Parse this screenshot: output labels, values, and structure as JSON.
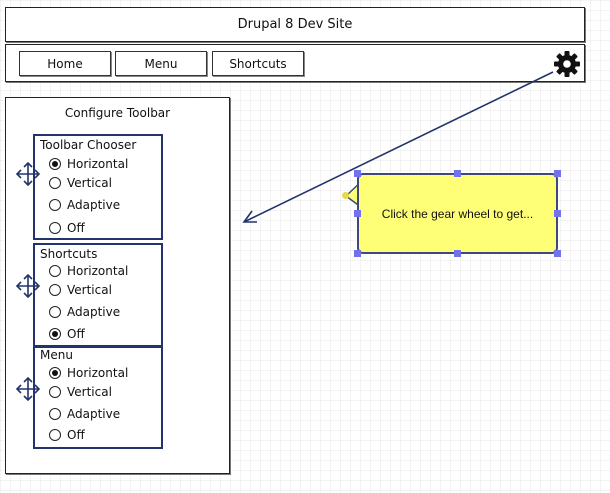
{
  "header": {
    "title": "Drupal 8 Dev Site"
  },
  "nav": {
    "home_label": "Home",
    "menu_label": "Menu",
    "shortcuts_label": "Shortcuts",
    "settings_icon": "gear-icon"
  },
  "config": {
    "title": "Configure Toolbar",
    "groups": [
      {
        "title": "Toolbar Chooser",
        "options": [
          "Horizontal",
          "Vertical",
          "Adaptive",
          "Off"
        ],
        "selected": "Horizontal"
      },
      {
        "title": "Shortcuts",
        "options": [
          "Horizontal",
          "Vertical",
          "Adaptive",
          "Off"
        ],
        "selected": "Off"
      },
      {
        "title": "Menu",
        "options": [
          "Horizontal",
          "Vertical",
          "Adaptive",
          "Off"
        ],
        "selected": "Horizontal"
      }
    ]
  },
  "note": {
    "text": "Click the gear wheel to get..."
  },
  "colors": {
    "accent": "#23336b",
    "note_bg": "#ffff77",
    "handle": "#7272ee"
  }
}
